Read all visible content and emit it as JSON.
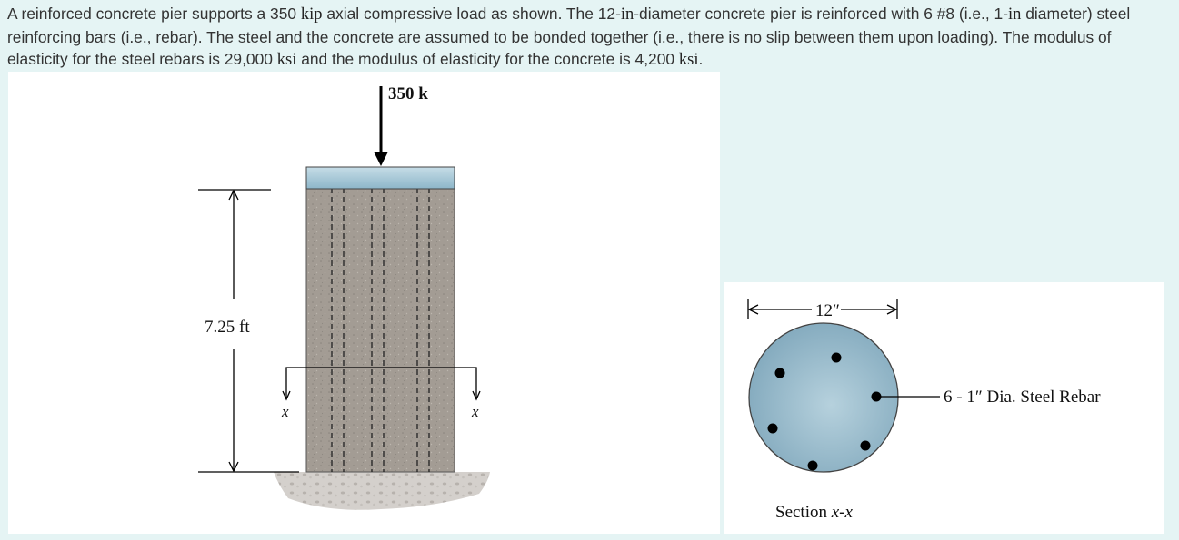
{
  "problem": {
    "p1": "A reinforced concrete pier supports a 350 ",
    "u1": "kip",
    "p2": " axial compressive load as shown. The 12-",
    "u2": "in",
    "p3": "-diameter concrete pier is reinforced with 6 #8 (i.e., 1-",
    "u3": "in",
    "p4": " diameter) steel reinforcing bars (i.e., rebar). The steel and the concrete are assumed to be bonded together (i.e., there is no slip between them upon loading). The modulus of elasticity for the steel rebars is 29,000 ",
    "u4": "ksi",
    "p5": " and the modulus of elasticity for the concrete is 4,200 ",
    "u5": "ksi",
    "p6": "."
  },
  "elevation": {
    "load_label": "350 k",
    "height_label": "7.25 ft",
    "section_mark_left": "x",
    "section_mark_right": "x"
  },
  "section": {
    "diameter_label": "12″",
    "rebar_label": "6 - 1″ Dia. Steel Rebar",
    "title_word": "Section ",
    "title_var": "x-x"
  },
  "colors": {
    "page_bg": "#e5f4f4",
    "concrete": "#a39c94",
    "bearing_plate": "#9ec3d4",
    "section_fill": "#8fb3c6",
    "ground": "#d4d0cc"
  }
}
